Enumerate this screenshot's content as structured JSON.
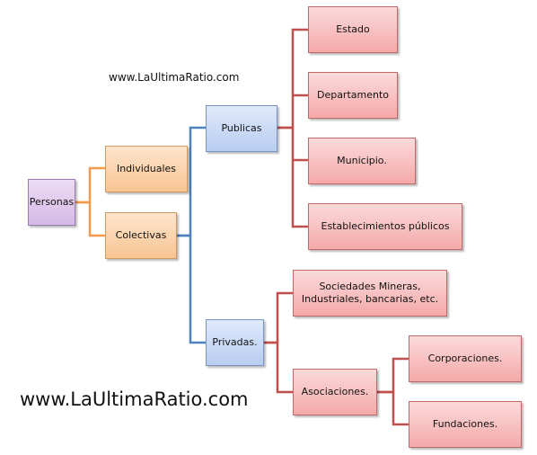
{
  "watermark_small": "www.LaUltimaRatio.com",
  "watermark_large": "www.LaUltimaRatio.com",
  "nodes": {
    "personas": "Personas",
    "individuales": "Individuales",
    "colectivas": "Colectivas",
    "publicas": "Publicas",
    "privadas": "Privadas.",
    "estado": "Estado",
    "departamento": "Departamento",
    "municipio": "Municipio.",
    "establecimientos": "Establecimientos públicos",
    "sociedades_line1": "Sociedades Mineras,",
    "sociedades_line2": "Industriales, bancarias, etc.",
    "asociaciones": "Asociaciones.",
    "corporaciones": "Corporaciones.",
    "fundaciones": "Fundaciones."
  },
  "colors": {
    "orange_connector": "#f39a4d",
    "blue_connector": "#4f81bd",
    "red_connector": "#c0504d"
  }
}
